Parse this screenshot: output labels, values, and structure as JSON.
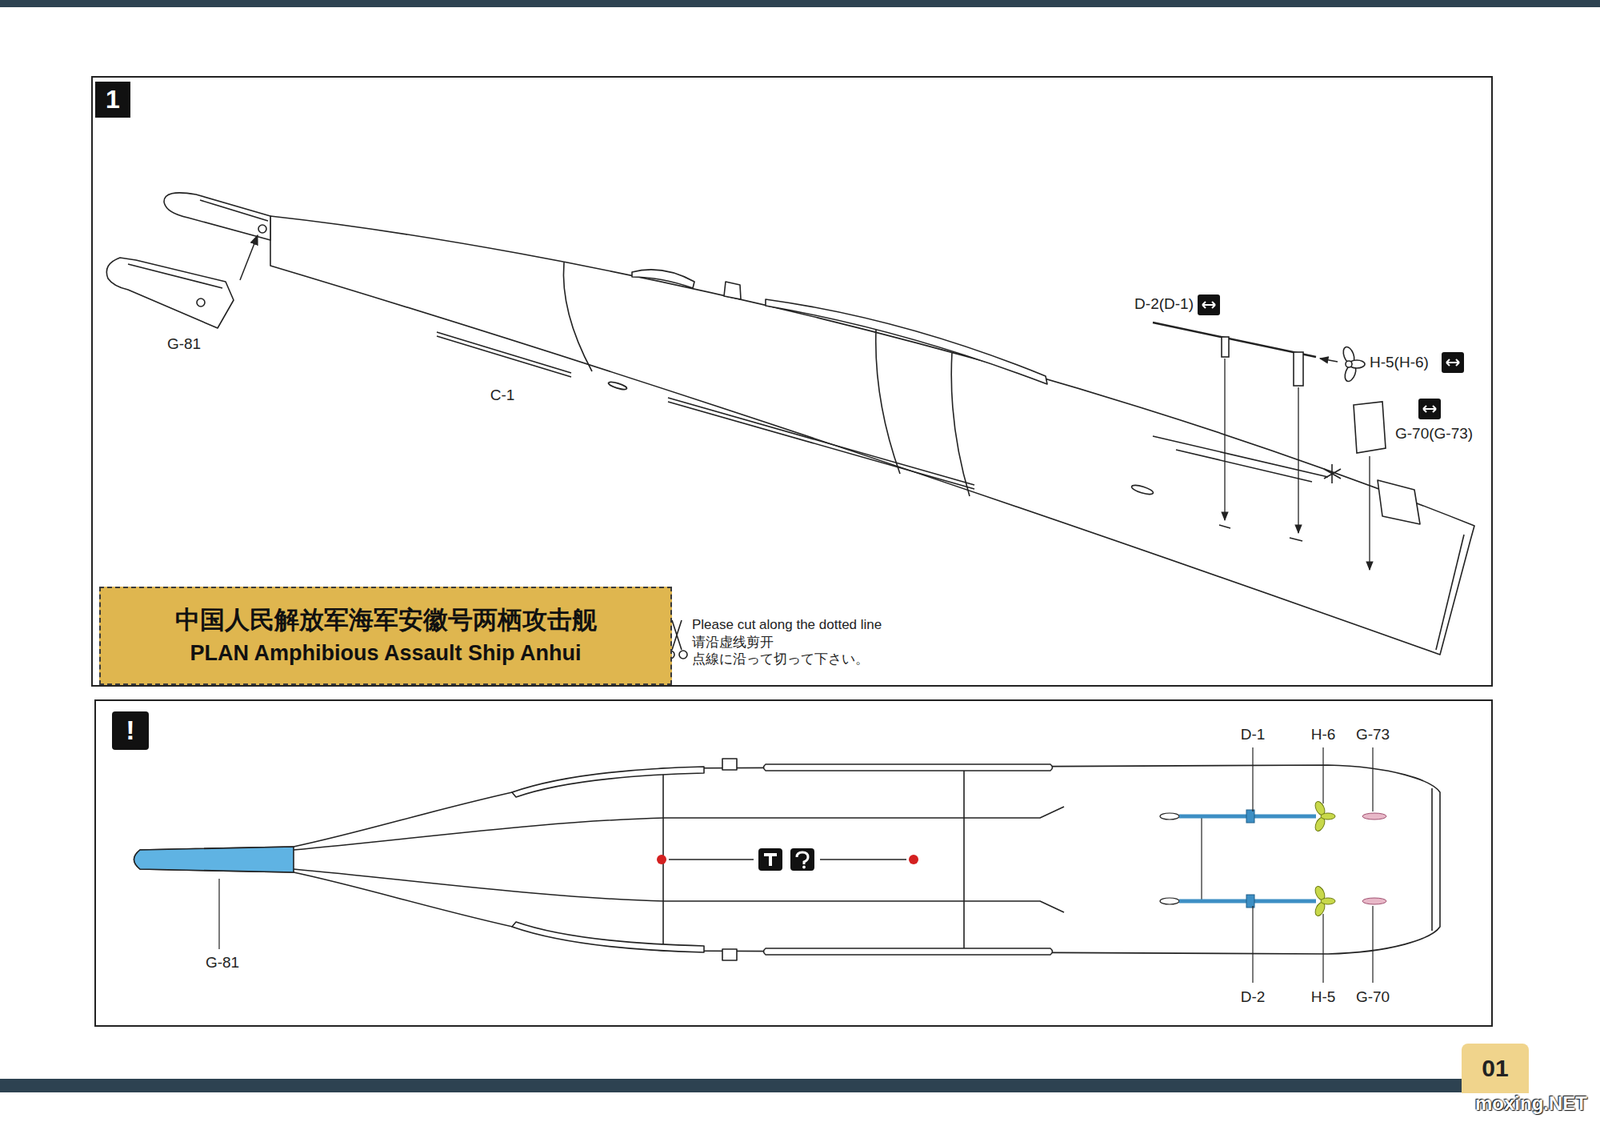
{
  "diagram": {
    "nodes": [
      {
        "text": [
          "1"
        ]
      },
      {
        "text": [
          "中国人民解放军海军安徽号两栖攻击舰",
          "PLAN Amphibious Assault Ship Anhui"
        ]
      },
      {
        "text": [
          "!"
        ]
      },
      {
        "text": [
          "01"
        ]
      }
    ],
    "labels": [
      "G-81",
      "C-1",
      "D-2(D-1)",
      "H-5(H-6)",
      "G-70(G-73)",
      "Please cut along the dotted line",
      "请沿虚线剪开",
      "点線に沿って切って下さい。",
      "D-1",
      "H-6",
      "G-73",
      "G-81",
      "D-2",
      "H-5",
      "G-70",
      "moxing.NET"
    ]
  }
}
